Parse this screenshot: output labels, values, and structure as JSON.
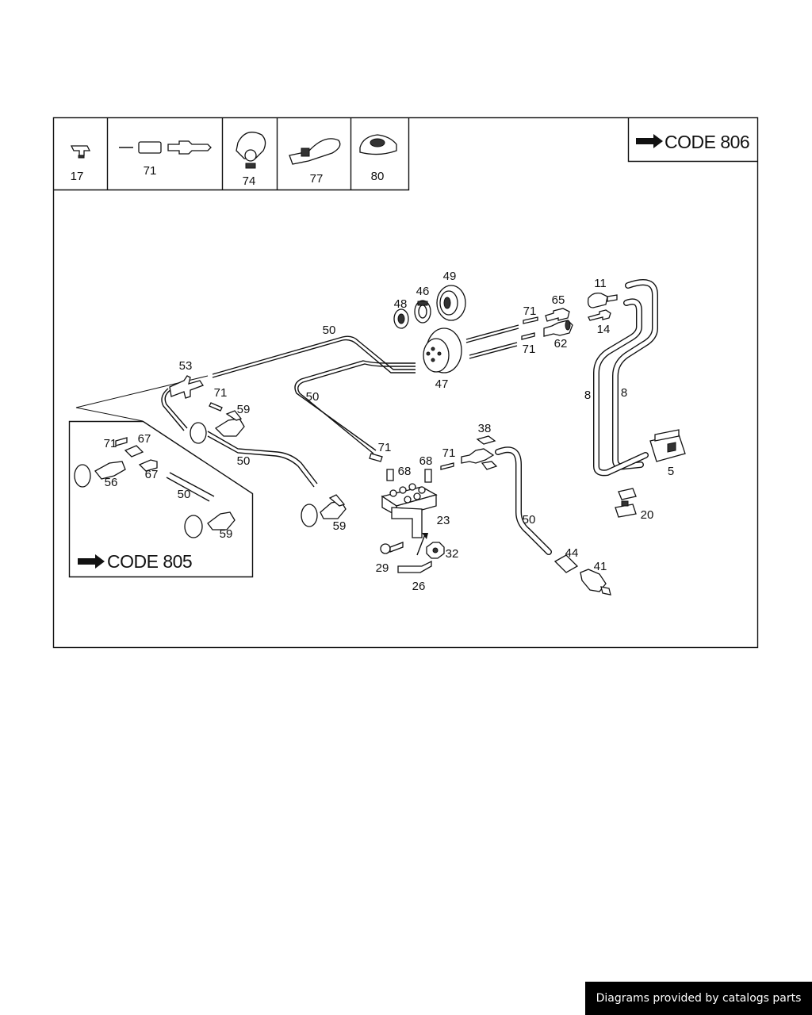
{
  "code_806": "CODE 806",
  "code_805": "CODE 805",
  "footer": "Diagrams provided by catalogs parts",
  "legend": [
    "17",
    "71",
    "74",
    "77",
    "80"
  ],
  "labels": {
    "p49": "49",
    "p46": "46",
    "p48": "48",
    "p47": "47",
    "p71a": "71",
    "p71b": "71",
    "p71c": "71",
    "p71d": "71",
    "p71e": "71",
    "p71f": "71",
    "p65": "65",
    "p62": "62",
    "p11": "11",
    "p14": "14",
    "p8a": "8",
    "p8b": "8",
    "p5": "5",
    "p20": "20",
    "p50a": "50",
    "p50b": "50",
    "p50c": "50",
    "p50d": "50",
    "p50e": "50",
    "p53": "53",
    "p59a": "59",
    "p59b": "59",
    "p59c": "59",
    "p67a": "67",
    "p67b": "67",
    "p56": "56",
    "p68a": "68",
    "p68b": "68",
    "p38": "38",
    "p23": "23",
    "p29": "29",
    "p32": "32",
    "p26": "26",
    "p44": "44",
    "p41": "41"
  }
}
